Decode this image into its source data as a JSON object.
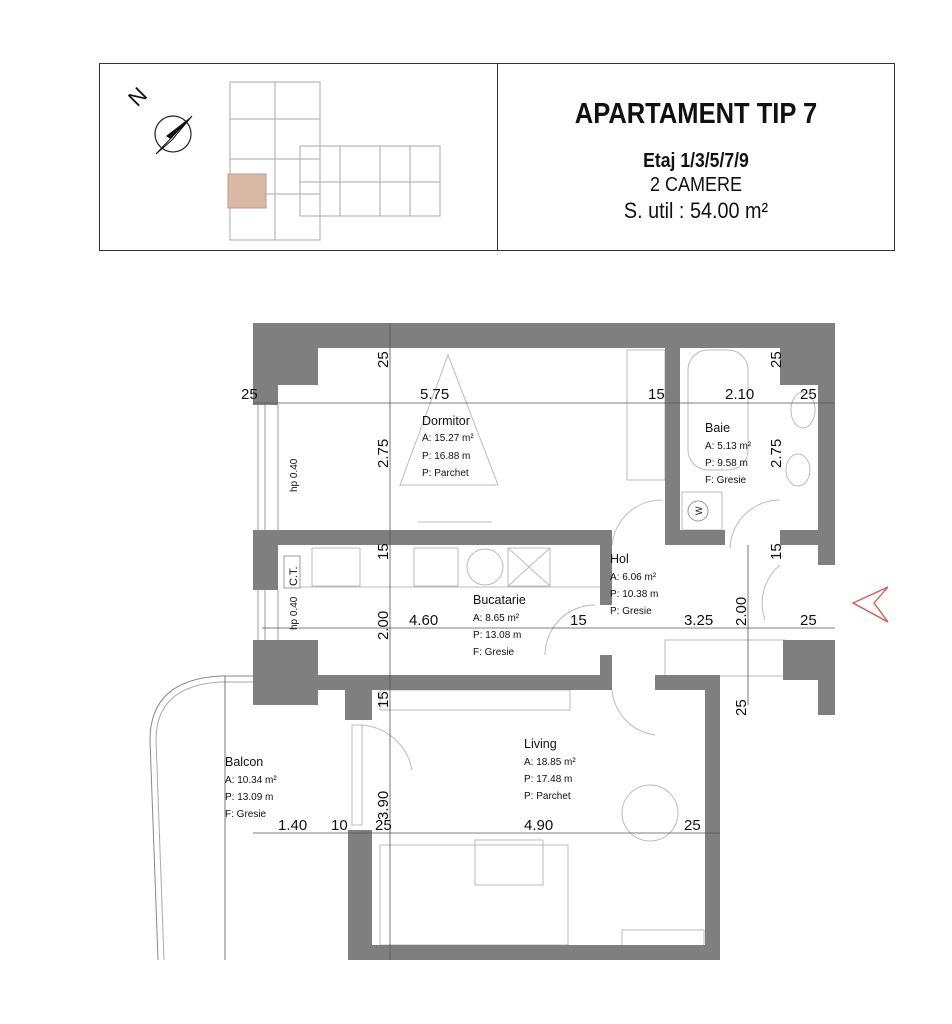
{
  "header": {
    "title": "APARTAMENT TIP 7",
    "floors": "Etaj 1/3/5/7/9",
    "rooms_count": "2 CAMERE",
    "usable_area": "S. util : 54.00 m²",
    "north_label": "N"
  },
  "rooms": [
    {
      "name": "Dormitor",
      "area": "A: 15.27 m²",
      "perimeter": "P: 16.88 m",
      "floor": "P: Parchet"
    },
    {
      "name": "Baie",
      "area": "A: 5.13 m²",
      "perimeter": "P: 9.58 m",
      "floor": "F: Gresie"
    },
    {
      "name": "Hol",
      "area": "A: 6.06 m²",
      "perimeter": "P: 10.38 m",
      "floor": "P: Gresie"
    },
    {
      "name": "Bucatarie",
      "area": "A: 8.65 m²",
      "perimeter": "P: 13.08 m",
      "floor": "F: Gresie"
    },
    {
      "name": "Living",
      "area": "A: 18.85 m²",
      "perimeter": "P: 17.48 m",
      "floor": "P: Parchet"
    },
    {
      "name": "Balcon",
      "area": "A: 10.34 m²",
      "perimeter": "P: 13.09 m",
      "floor": "F: Gresie"
    }
  ],
  "dims": [
    "25",
    "5.75",
    "15",
    "2.10",
    "25",
    "25",
    "2.75",
    "25",
    "2.75",
    "15",
    "2.00",
    "4.60",
    "15",
    "3.25",
    "2.00",
    "25",
    "15",
    "15",
    "25",
    "3.90",
    "1.40",
    "10",
    "25",
    "4.90",
    "25"
  ],
  "labels": {
    "parapet_1": "hp 0.40",
    "parapet_2": "hp 0.40",
    "boiler": "C.T.",
    "washer": "W"
  },
  "colors": {
    "wall": "#7f7f7f",
    "highlight": "#d9b9a3",
    "entrance": "#d9534f"
  }
}
